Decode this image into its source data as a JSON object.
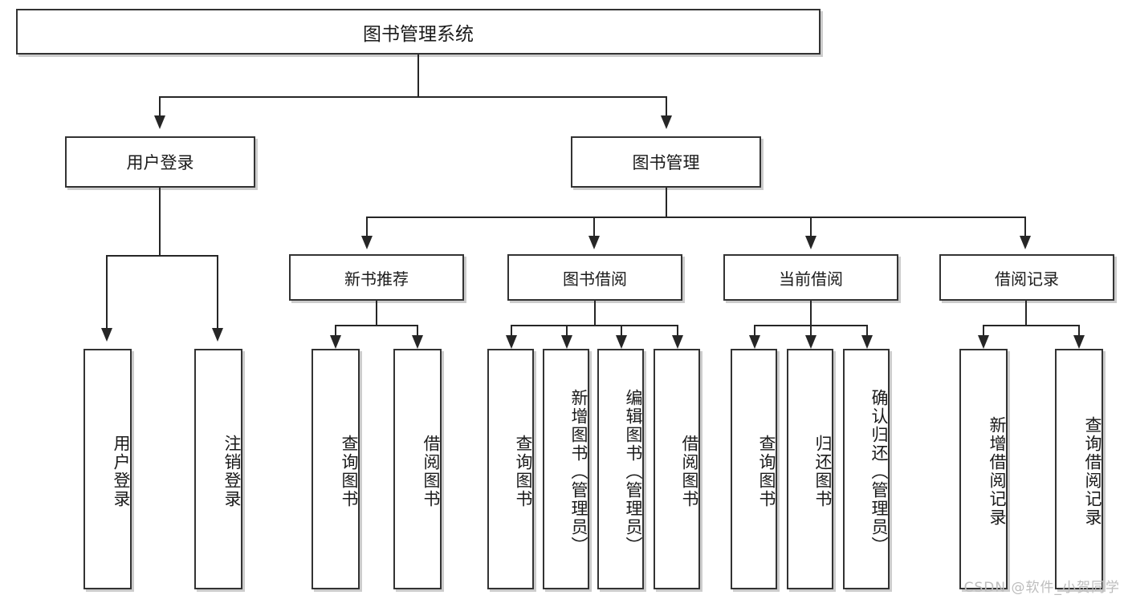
{
  "diagram": {
    "type": "hierarchy-tree",
    "title": "图书管理系统",
    "watermark": "CSDN @软件_小贺同学",
    "colors": {
      "box_border": "#333333",
      "connector": "#262626",
      "background": "#ffffff",
      "text": "#1a1a1a",
      "watermark": "#bdbdbd"
    },
    "root": {
      "label": "图书管理系统"
    },
    "level1": [
      {
        "label": "用户登录"
      },
      {
        "label": "图书管理"
      }
    ],
    "level2": [
      {
        "label": "新书推荐"
      },
      {
        "label": "图书借阅"
      },
      {
        "label": "当前借阅"
      },
      {
        "label": "借阅记录"
      }
    ],
    "leaves": {
      "user_login": [
        {
          "label": "用户登录"
        },
        {
          "label": "注销登录"
        }
      ],
      "new_book_recommend": [
        {
          "label": "查询图书"
        },
        {
          "label": "借阅图书"
        }
      ],
      "book_borrow": [
        {
          "label": "查询图书"
        },
        {
          "label": "新增图书（管理员）"
        },
        {
          "label": "编辑图书（管理员）"
        },
        {
          "label": "借阅图书"
        }
      ],
      "current_borrow": [
        {
          "label": "查询图书"
        },
        {
          "label": "归还图书"
        },
        {
          "label": "确认归还（管理员）"
        }
      ],
      "borrow_record": [
        {
          "label": "新增借阅记录"
        },
        {
          "label": "查询借阅记录"
        }
      ]
    }
  }
}
